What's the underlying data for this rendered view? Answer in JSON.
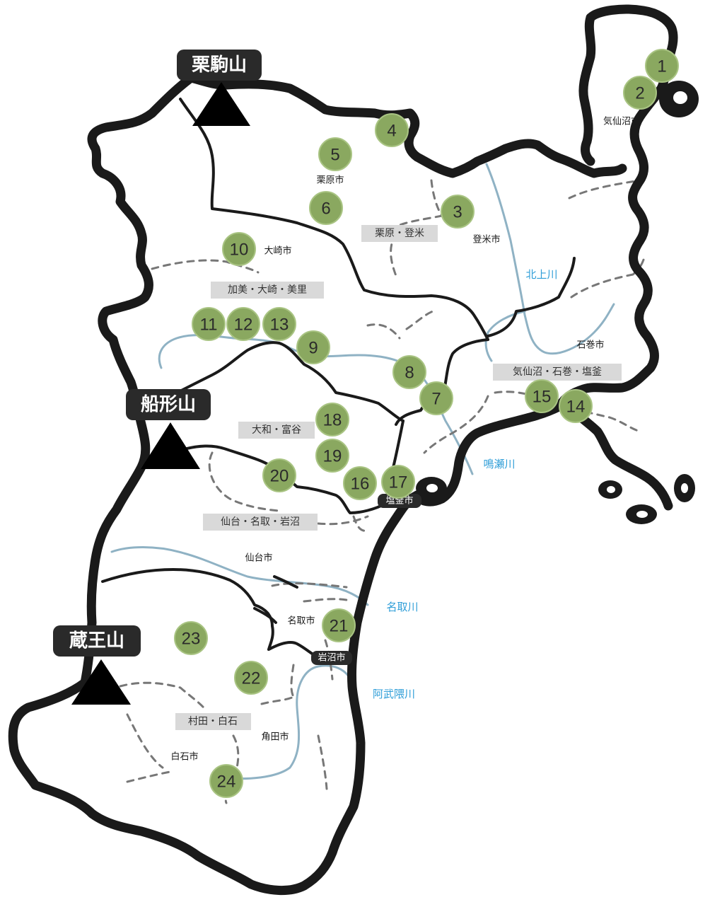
{
  "mountains": [
    {
      "id": "kurikoma",
      "label": "栗駒山"
    },
    {
      "id": "funagata",
      "label": "船形山"
    },
    {
      "id": "zao",
      "label": "蔵王山"
    }
  ],
  "markers": [
    "1",
    "2",
    "3",
    "4",
    "5",
    "6",
    "7",
    "8",
    "9",
    "10",
    "11",
    "12",
    "13",
    "14",
    "15",
    "16",
    "17",
    "18",
    "19",
    "20",
    "21",
    "22",
    "23",
    "24"
  ],
  "cities": [
    {
      "id": "kesennuma",
      "label": "気仙沼市"
    },
    {
      "id": "kurihara",
      "label": "栗原市"
    },
    {
      "id": "tome",
      "label": "登米市"
    },
    {
      "id": "osaki",
      "label": "大崎市"
    },
    {
      "id": "ishinomaki",
      "label": "石巻市"
    },
    {
      "id": "sendai",
      "label": "仙台市"
    },
    {
      "id": "natori",
      "label": "名取市"
    },
    {
      "id": "kakuda",
      "label": "角田市"
    },
    {
      "id": "shiroishi",
      "label": "白石市"
    }
  ],
  "highlighted_cities": [
    {
      "id": "shiogama",
      "label": "塩釜市"
    },
    {
      "id": "iwanuma",
      "label": "岩沼市"
    }
  ],
  "regions": [
    {
      "id": "kurihara-tome",
      "label": "栗原・登米"
    },
    {
      "id": "kami-osaki-misato",
      "label": "加美・大崎・美里"
    },
    {
      "id": "kesennuma-ishinomaki-shiogama",
      "label": "気仙沼・石巻・塩釜"
    },
    {
      "id": "taiwa-tomiya",
      "label": "大和・富谷"
    },
    {
      "id": "sendai-natori-iwanuma",
      "label": "仙台・名取・岩沼"
    },
    {
      "id": "murata-shiroishi",
      "label": "村田・白石"
    }
  ],
  "rivers": [
    {
      "id": "kitakami",
      "label": "北上川"
    },
    {
      "id": "naruse",
      "label": "鳴瀬川"
    },
    {
      "id": "natori",
      "label": "名取川"
    },
    {
      "id": "abukuma",
      "label": "阿武隈川"
    }
  ],
  "colors": {
    "marker_fill": "#8aa860",
    "river": "#8fb2c4",
    "river_label": "#2f9ed8",
    "region_bg": "#d9d9d9",
    "outline": "#1a1a1a"
  }
}
